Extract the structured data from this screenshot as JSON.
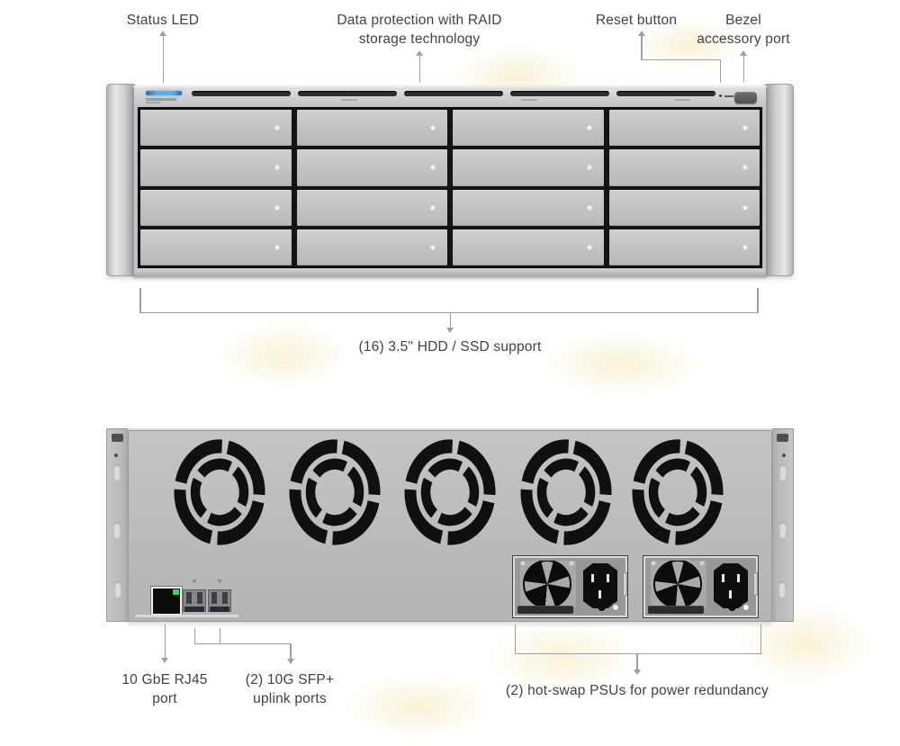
{
  "diagram": {
    "front": {
      "callouts": {
        "status_led": "Status LED",
        "raid_line1": "Data protection with RAID",
        "raid_line2": "storage technology",
        "reset": "Reset button",
        "bezel_line1": "Bezel",
        "bezel_line2": "accessory port",
        "bays": "(16) 3.5\" HDD / SSD support"
      },
      "drive_bays": {
        "rows": 4,
        "cols": 4,
        "total": 16
      }
    },
    "rear": {
      "fan_count": 5,
      "psu_count": 2,
      "callouts": {
        "rj45_line1": "10 GbE RJ45",
        "rj45_line2": "port",
        "sfp_line1": "(2) 10G SFP+",
        "sfp_line2": "uplink ports",
        "psu": "(2) hot-swap PSUs for power redundancy"
      }
    },
    "colors": {
      "label_text": "#3f4347",
      "leader_line": "#9aa0a6",
      "status_led_blue": "#57b0e8",
      "rj45_led_green": "#3fd158",
      "chassis_gray": "#c0c2c4",
      "bay_background": "#141414"
    }
  }
}
